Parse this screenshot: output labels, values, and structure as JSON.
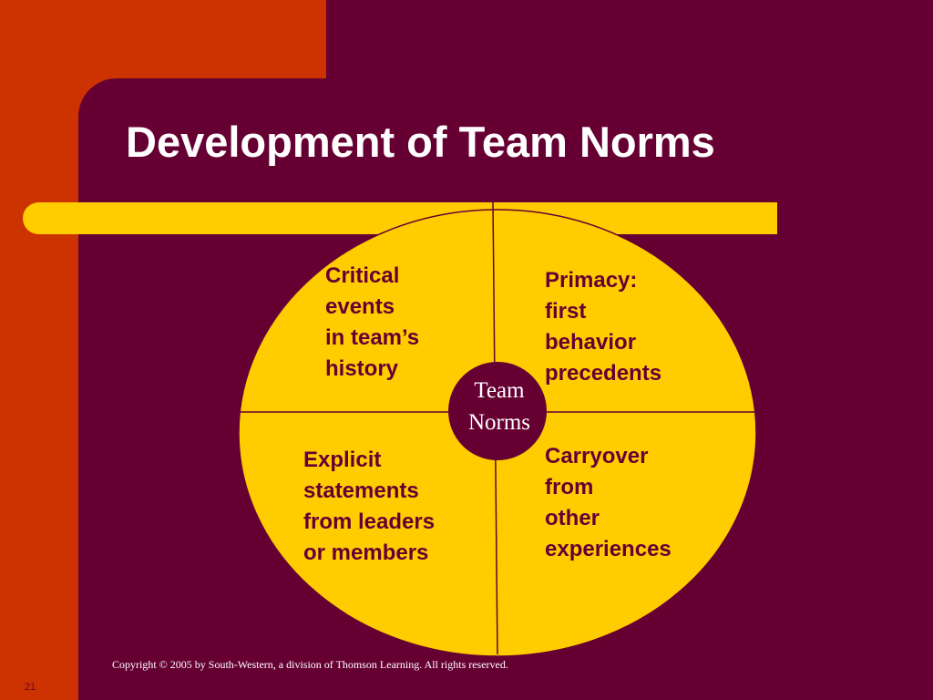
{
  "slide": {
    "title": "Development of Team Norms",
    "footer": "Copyright © 2005 by South-Western, a division of Thomson Learning. All rights reserved.",
    "page_number": "21"
  },
  "diagram": {
    "center": "Team\nNorms",
    "quadrants": [
      {
        "position": "top-left",
        "text": "Critical\nevents\nin team’s\nhistory"
      },
      {
        "position": "top-right",
        "text": "Primacy:\nfirst\nbehavior\nprecedents"
      },
      {
        "position": "bottom-left",
        "text": "Explicit\nstatements\nfrom leaders\nor members"
      },
      {
        "position": "bottom-right",
        "text": "Carryover\nfrom\nother\nexperiences"
      }
    ]
  },
  "colors": {
    "background": "#660033",
    "accent": "#cc3300",
    "highlight": "#ffcc00",
    "text_light": "#ffffff"
  }
}
